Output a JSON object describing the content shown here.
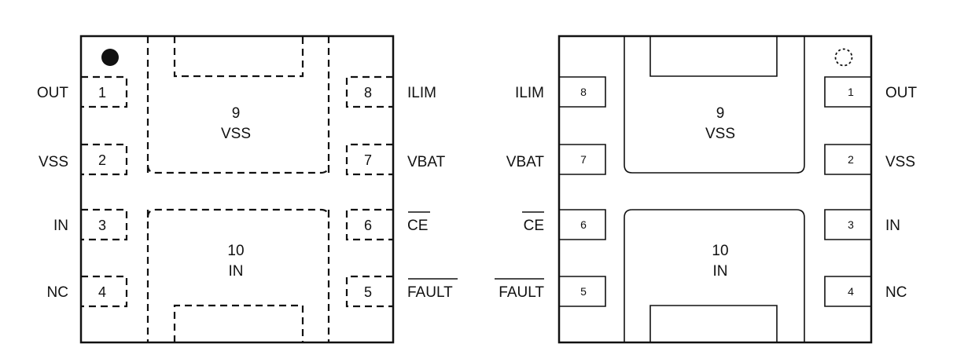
{
  "top_view": {
    "pins_left": [
      {
        "num": "1",
        "label": "OUT"
      },
      {
        "num": "2",
        "label": "VSS"
      },
      {
        "num": "3",
        "label": "IN"
      },
      {
        "num": "4",
        "label": "NC"
      }
    ],
    "pins_right": [
      {
        "num": "8",
        "label": "ILIM"
      },
      {
        "num": "7",
        "label": "VBAT"
      },
      {
        "num": "6",
        "label": "CE",
        "overbar": true
      },
      {
        "num": "5",
        "label": "FAULT",
        "overbar": true
      }
    ],
    "pad_top": {
      "num": "9",
      "label": "VSS"
    },
    "pad_bottom": {
      "num": "10",
      "label": "IN"
    }
  },
  "bottom_view": {
    "pins_left": [
      {
        "num": "8",
        "label": "ILIM"
      },
      {
        "num": "7",
        "label": "VBAT"
      },
      {
        "num": "6",
        "label": "CE",
        "overbar": true
      },
      {
        "num": "5",
        "label": "FAULT",
        "overbar": true
      }
    ],
    "pins_right": [
      {
        "num": "1",
        "label": "OUT"
      },
      {
        "num": "2",
        "label": "VSS"
      },
      {
        "num": "3",
        "label": "IN"
      },
      {
        "num": "4",
        "label": "NC"
      }
    ],
    "pad_top": {
      "num": "9",
      "label": "VSS"
    },
    "pad_bottom": {
      "num": "10",
      "label": "IN"
    }
  }
}
